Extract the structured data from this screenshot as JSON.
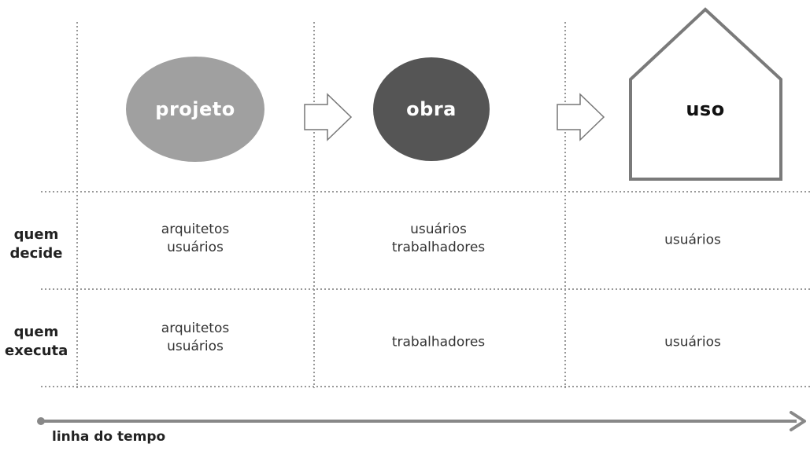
{
  "stages": [
    {
      "label": "projeto",
      "color": "#a0a0a0",
      "text_color": "#ffffff"
    },
    {
      "label": "obra",
      "color": "#555555",
      "text_color": "#ffffff"
    },
    {
      "label": "uso",
      "color": "#ffffff",
      "text_color": "#111111"
    }
  ],
  "rows": {
    "decide": {
      "label_line1": "quem",
      "label_line2": "decide",
      "cells": [
        [
          "arquitetos",
          "usuários"
        ],
        [
          "usuários",
          "trabalhadores"
        ],
        [
          "usuários"
        ]
      ]
    },
    "executa": {
      "label_line1": "quem",
      "label_line2": "executa",
      "cells": [
        [
          "arquitetos",
          "usuários"
        ],
        [
          "trabalhadores"
        ],
        [
          "usuários"
        ]
      ]
    }
  },
  "timeline": {
    "label": "linha do tempo"
  },
  "colors": {
    "grid": "#999999",
    "arrow": "#777777",
    "house_stroke": "#7a7a7a"
  }
}
